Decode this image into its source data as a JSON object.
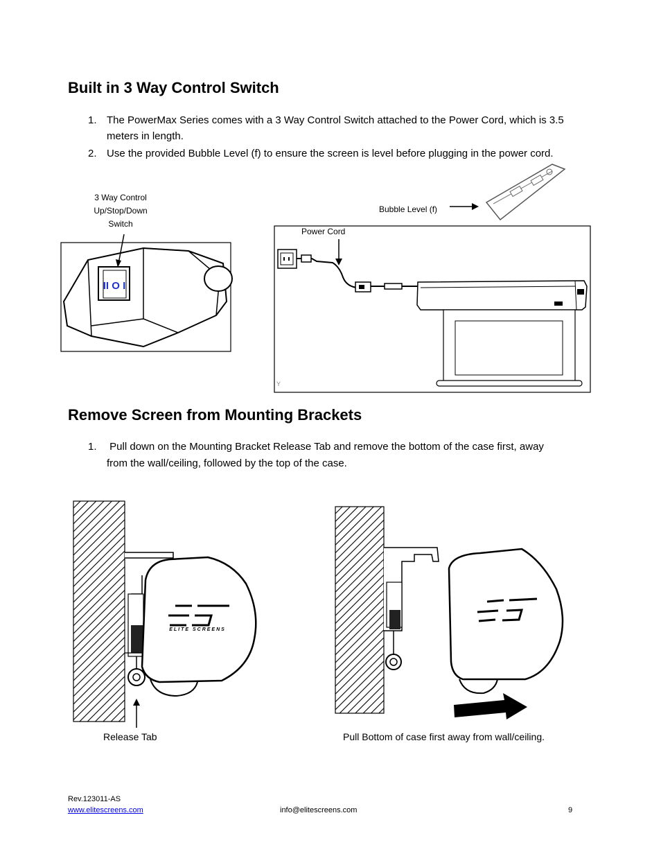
{
  "section1": {
    "heading": "Built in 3 Way Control Switch",
    "items": [
      {
        "num": "1.",
        "line1": "The PowerMax Series comes with a 3 Way Control Switch attached to the Power Cord, which is 3.5",
        "line2": "meters in length."
      },
      {
        "num": "2.",
        "line1": "Use the provided Bubble Level (f) to ensure the screen is level before plugging in the power cord."
      }
    ],
    "switch_label": [
      "3 Way Control",
      "Up/Stop/Down",
      "Switch"
    ],
    "switch_glyphs": "II O I",
    "bubble_label": "Bubble Level (f)",
    "power_cord_label": "Power Cord",
    "corner_mark": "Y"
  },
  "section2": {
    "heading": "Remove Screen from Mounting Brackets",
    "items": [
      {
        "num": "1.",
        "line1": " Pull down on the Mounting Bracket Release Tab and remove the bottom of the case first, away",
        "line2": "from the wall/ceiling, followed by the top of the case."
      }
    ],
    "release_tab_label": "Release Tab",
    "pull_label": "Pull Bottom of case first away from wall/ceiling.",
    "logo_text": "ELITE SCREENS"
  },
  "footer": {
    "rev": "Rev.123011-AS",
    "website": "www.elitescreens.com",
    "email": "info@elitescreens.com",
    "page": "9"
  }
}
